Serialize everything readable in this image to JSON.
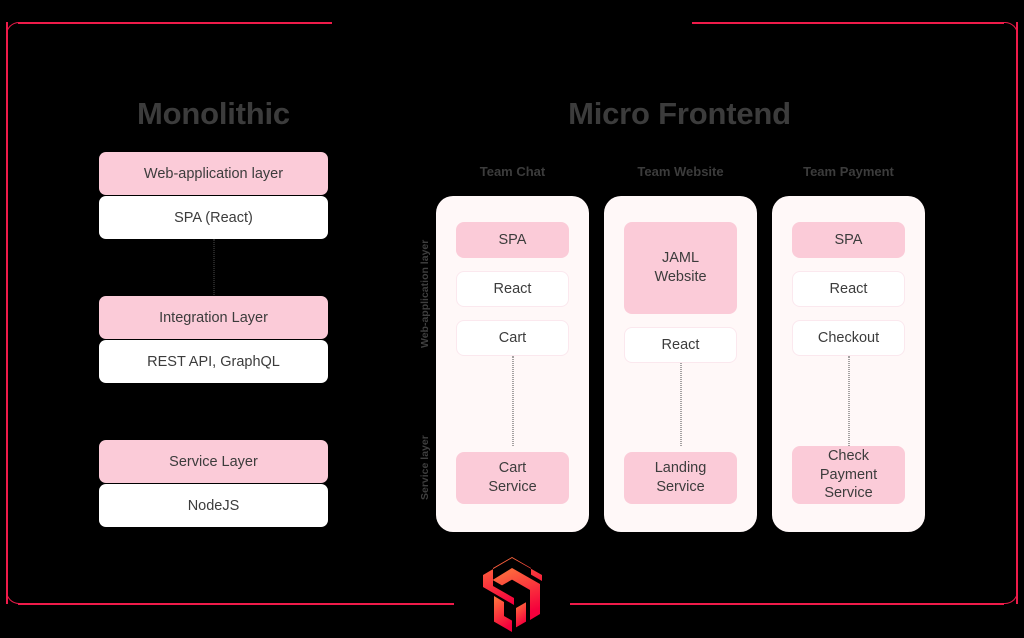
{
  "theme": {
    "frame_color": "#ef1b4a",
    "pink_fill": "#fbcbd8",
    "panel_bg": "#fff8f8",
    "text_color": "#3c3c3c",
    "background": "#000000"
  },
  "monolithic": {
    "title": "Monolithic",
    "groups": [
      {
        "header": "Web-application layer",
        "detail": "SPA (React)"
      },
      {
        "header": "Integration Layer",
        "detail": "REST API, GraphQL"
      },
      {
        "header": "Service Layer",
        "detail": "NodeJS"
      }
    ]
  },
  "micro_frontend": {
    "title": "Micro Frontend",
    "layer_labels": {
      "web": "Web-application layer",
      "service": "Service layer"
    },
    "teams": [
      {
        "label": "Team Chat",
        "boxes": [
          {
            "text": "SPA",
            "style": "pink",
            "size": "h1"
          },
          {
            "text": "React",
            "style": "white",
            "size": "h1"
          },
          {
            "text": "Cart",
            "style": "white",
            "size": "h1"
          }
        ],
        "service": {
          "line1": "Cart",
          "line2": "Service"
        }
      },
      {
        "label": "Team Website",
        "boxes": [
          {
            "text": "JAML\nWebsite",
            "style": "pink",
            "size": "h2"
          },
          {
            "text": "React",
            "style": "white",
            "size": "h1"
          }
        ],
        "service": {
          "line1": "Landing",
          "line2": "Service"
        }
      },
      {
        "label": "Team Payment",
        "boxes": [
          {
            "text": "SPA",
            "style": "pink",
            "size": "h1"
          },
          {
            "text": "React",
            "style": "white",
            "size": "h1"
          },
          {
            "text": "Checkout",
            "style": "white",
            "size": "h1"
          }
        ],
        "service": {
          "line1": "Check",
          "line2": "Payment",
          "line3": "Service"
        }
      }
    ]
  },
  "logo": {
    "name": "cube-logo",
    "gradient_from": "#ff7a3d",
    "gradient_to": "#f5003c"
  }
}
